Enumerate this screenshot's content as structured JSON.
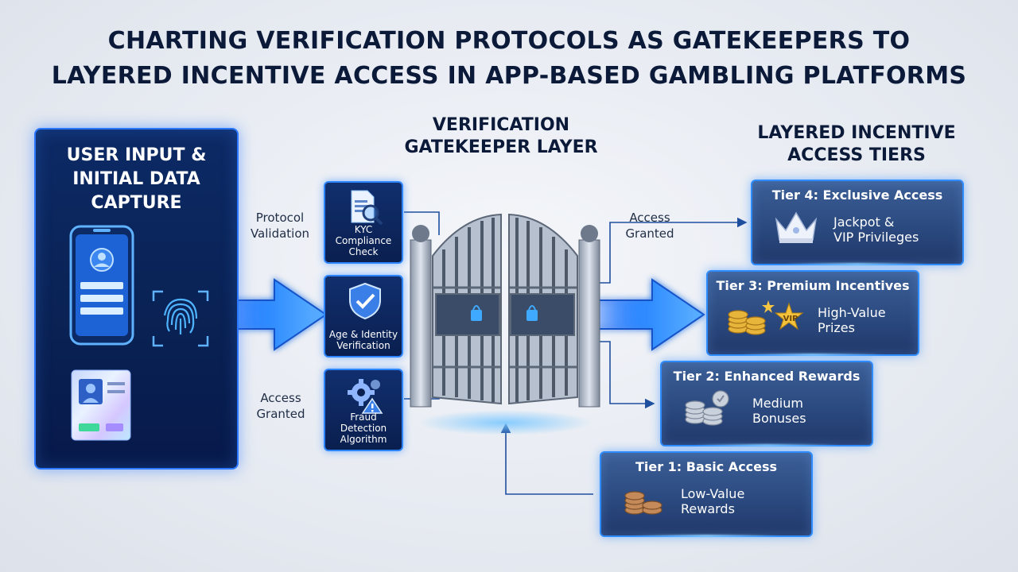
{
  "title": {
    "line1": "CHARTING VERIFICATION PROTOCOLS AS GATEKEEPERS TO",
    "line2": "LAYERED INCENTIVE ACCESS IN APP-BASED GAMBLING PLATFORMS"
  },
  "left_panel": {
    "title_line1": "USER INPUT &",
    "title_line2": "INITIAL DATA",
    "title_line3": "CAPTURE"
  },
  "gatekeeper": {
    "heading_line1": "VERIFICATION",
    "heading_line2": "GATEKEEPER LAYER",
    "checks": [
      {
        "line1": "KYC",
        "line2": "Compliance",
        "line3": "Check"
      },
      {
        "line1": "Age & Identity",
        "line2": "Verification"
      },
      {
        "line1": "Fraud",
        "line2": "Detection",
        "line3": "Algorithm"
      }
    ]
  },
  "flow_labels": {
    "protocol_validation": {
      "line1": "Protocol",
      "line2": "Validation"
    },
    "access_granted_left": {
      "line1": "Access",
      "line2": "Granted"
    },
    "access_granted_right": {
      "line1": "Access",
      "line2": "Granted"
    }
  },
  "tiers_heading": {
    "line1": "LAYERED INCENTIVE",
    "line2": "ACCESS TIERS"
  },
  "tiers": [
    {
      "title": "Tier 4: Exclusive Access",
      "desc_line1": "Jackpot &",
      "desc_line2": "VIP Privileges",
      "icon": "crown-icon"
    },
    {
      "title": "Tier 3: Premium Incentives",
      "desc_line1": "High-Value",
      "desc_line2": "Prizes",
      "icon": "gold-coins-vip-icon",
      "badge": "VIP"
    },
    {
      "title": "Tier 2: Enhanced Rewards",
      "desc_line1": "Medium",
      "desc_line2": "Bonuses",
      "icon": "silver-coins-icon"
    },
    {
      "title": "Tier 1: Basic Access",
      "desc_line1": "Low-Value",
      "desc_line2": "Rewards",
      "icon": "bronze-coins-icon"
    }
  ],
  "colors": {
    "accent_blue": "#2d86ff",
    "panel_navy": "#0a2356",
    "tier_blue": "#2b4a80",
    "title_navy": "#0c1a3a"
  }
}
